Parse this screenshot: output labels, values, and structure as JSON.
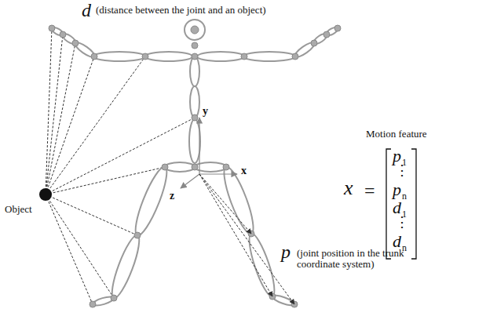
{
  "diagram": {
    "labels": [
      "d",
      "(distance between the joint and an object)",
      "Motion feature",
      "x",
      "=",
      "p",
      "1",
      "⋮",
      "p",
      "n",
      "d",
      "1",
      "⋮",
      "d",
      "n",
      "Object",
      "p",
      "(joint position in the trunk coordinate system)",
      "y",
      "x",
      "z"
    ]
  }
}
